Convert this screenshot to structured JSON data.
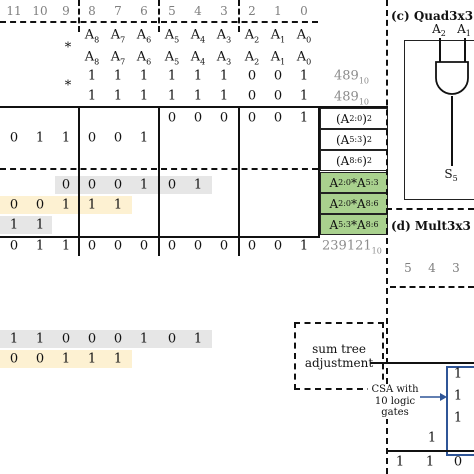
{
  "column_headers": [
    "11",
    "10",
    "9",
    "8",
    "7",
    "6",
    "5",
    "4",
    "3",
    "2",
    "1",
    "0"
  ],
  "operand_a": [
    "A8",
    "A7",
    "A6",
    "A5",
    "A4",
    "A3",
    "A2",
    "A1",
    "A0"
  ],
  "operand_b": [
    "A8",
    "A7",
    "A6",
    "A5",
    "A4",
    "A3",
    "A2",
    "A1",
    "A0"
  ],
  "operator_symbol": "*",
  "binary_row_1": [
    "1",
    "1",
    "1",
    "1",
    "1",
    "1",
    "0",
    "0",
    "1"
  ],
  "binary_row_2": [
    "1",
    "1",
    "1",
    "1",
    "1",
    "1",
    "0",
    "0",
    "1"
  ],
  "decimal_1": "489",
  "decimal_1_base": "10",
  "decimal_2": "489",
  "decimal_2_base": "10",
  "square_row_low": [
    "0",
    "0",
    "0",
    "0",
    "0",
    "1"
  ],
  "square_row_high": [
    "0",
    "1",
    "1",
    "0",
    "0",
    "1"
  ],
  "square_labels": [
    "(A2:0)2",
    "(A5:3)2",
    "(A8:6)2"
  ],
  "cross_row_1": [
    "0",
    "0",
    "0",
    "1",
    "0",
    "1"
  ],
  "cross_row_2": [
    "0",
    "0",
    "1",
    "1",
    "1"
  ],
  "cross_row_3": [
    "1",
    "1"
  ],
  "cross_labels": [
    "A2:0*A5:3",
    "A2:0*A8:6",
    "A5:3*A8:6"
  ],
  "result_row": [
    "0",
    "1",
    "1",
    "0",
    "0",
    "0",
    "0",
    "0",
    "0",
    "0",
    "0",
    "1"
  ],
  "result_decimal": "239121",
  "result_decimal_base": "10",
  "bottom_row_1": [
    "1",
    "1",
    "0",
    "0",
    "0",
    "1",
    "0",
    "1"
  ],
  "bottom_row_2": [
    "0",
    "0",
    "1",
    "1",
    "1"
  ],
  "sum_tree_label_1": "sum tree",
  "sum_tree_label_2": "adjustment",
  "panel_c_label": "(c) Quad3x3",
  "panel_c_inputs": [
    "A2",
    "A1"
  ],
  "panel_c_output": "S5",
  "panel_d_label": "(d) Mult3x3",
  "panel_d_headers": [
    "5",
    "4",
    "3"
  ],
  "csa_label": "CSA with 10 logic gates",
  "panel_d_bits": [
    "1",
    "1",
    "1",
    "1"
  ],
  "panel_d_bottom": [
    "1",
    "1",
    "0"
  ],
  "colors": {
    "gray_shade": "#e6e6e6",
    "yellow_shade": "#fdf1d2",
    "green_box": "#a9d18e",
    "blue_line": "#2f5597"
  }
}
